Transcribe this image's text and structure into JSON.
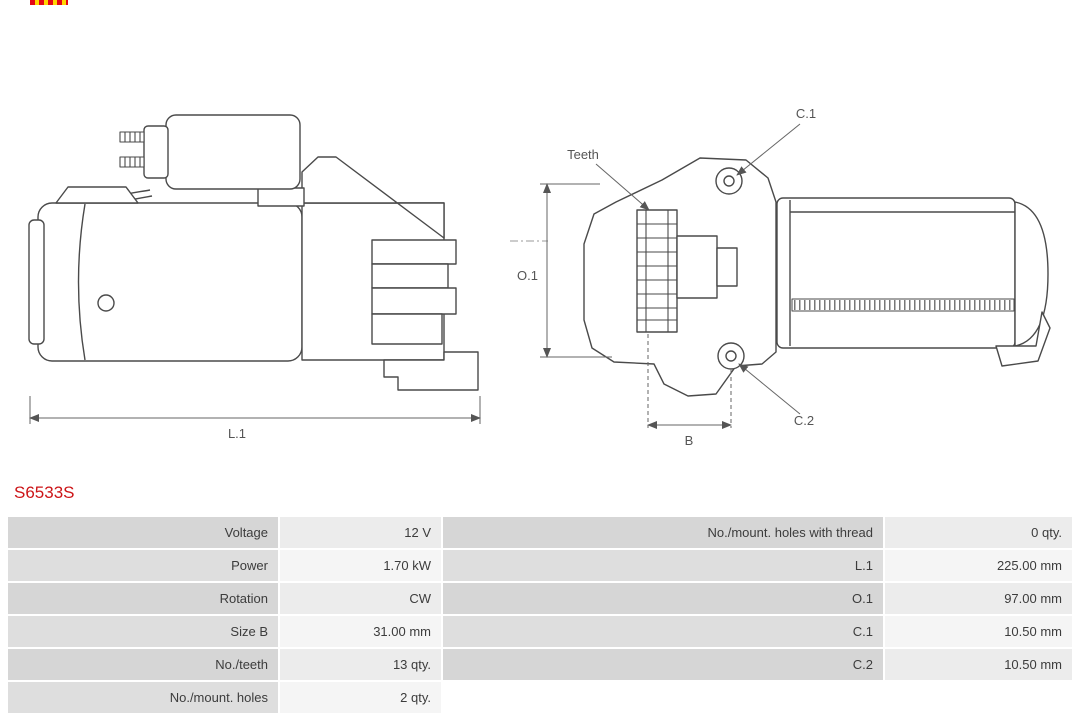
{
  "part_number": "S6533S",
  "colors": {
    "part_number_red": "#cc1417",
    "table_label_bg": "#d6d6d6",
    "table_value_bg": "#ececec",
    "drawing_line": "#4a4a4a"
  },
  "drawing": {
    "labels": {
      "l1": "L.1",
      "o1": "O.1",
      "b": "B",
      "c1": "C.1",
      "c2": "C.2",
      "teeth": "Teeth"
    }
  },
  "spec_table": {
    "rows": [
      {
        "left_label": "Voltage",
        "left_value": "12 V",
        "right_label": "No./mount. holes with thread",
        "right_value": "0 qty."
      },
      {
        "left_label": "Power",
        "left_value": "1.70 kW",
        "right_label": "L.1",
        "right_value": "225.00 mm"
      },
      {
        "left_label": "Rotation",
        "left_value": "CW",
        "right_label": "O.1",
        "right_value": "97.00 mm"
      },
      {
        "left_label": "Size B",
        "left_value": "31.00 mm",
        "right_label": "C.1",
        "right_value": "10.50 mm"
      },
      {
        "left_label": "No./teeth",
        "left_value": "13 qty.",
        "right_label": "C.2",
        "right_value": "10.50 mm"
      },
      {
        "left_label": "No./mount. holes",
        "left_value": "2 qty.",
        "right_label": "",
        "right_value": ""
      }
    ]
  }
}
